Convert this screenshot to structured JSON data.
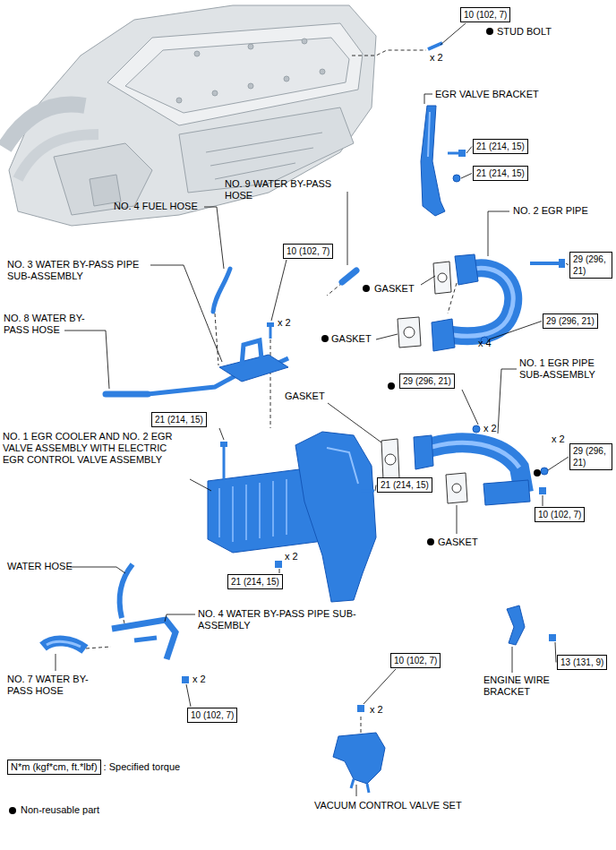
{
  "diagram": {
    "nodes": [
      {
        "text": [
          "10 (102, 7)"
        ]
      },
      {
        "text": [
          "21 (214, 15)"
        ]
      },
      {
        "text": [
          "21 (214, 15)"
        ]
      },
      {
        "text": [
          "10 (102, 7)"
        ]
      },
      {
        "text": [
          "29 (296, 21)"
        ]
      },
      {
        "text": [
          "29 (296, 21)"
        ]
      },
      {
        "text": [
          "29 (296, 21)"
        ]
      },
      {
        "text": [
          "21 (214, 15)"
        ]
      },
      {
        "text": [
          "29 (296, 21)"
        ]
      },
      {
        "text": [
          "21 (214, 15)"
        ]
      },
      {
        "text": [
          "10 (102, 7)"
        ]
      },
      {
        "text": [
          "21 (214, 15)"
        ]
      },
      {
        "text": [
          "10 (102, 7)"
        ]
      },
      {
        "text": [
          "13 (131, 9)"
        ]
      },
      {
        "text": [
          "10 (102, 7)"
        ]
      },
      {
        "text": [
          "N*m (kgf*cm, ft.*lbf)"
        ]
      }
    ],
    "labels": [
      "STUD BOLT",
      "x 2",
      "EGR VALVE BRACKET",
      "NO. 9 WATER BY-PASS HOSE",
      "NO. 4 FUEL HOSE",
      "NO. 2 EGR PIPE",
      "NO. 3 WATER BY-PASS PIPE SUB-ASSEMBLY",
      "GASKET",
      "x 2",
      "NO. 8 WATER BY-PASS HOSE",
      "GASKET",
      "x 4",
      "NO. 1 EGR PIPE SUB-ASSEMBLY",
      "GASKET",
      "x 2",
      "x 2",
      "NO. 1 EGR COOLER AND NO. 2 EGR VALVE ASSEMBLY WITH ELECTRIC EGR CONTROL VALVE ASSEMBLY",
      "GASKET",
      "x 2",
      "WATER HOSE",
      "NO. 4 WATER BY-PASS PIPE SUB-ASSEMBLY",
      "ENGINE WIRE BRACKET",
      "NO. 7 WATER BY-PASS HOSE",
      "x 2",
      "x 2",
      ": Specified torque",
      "VACUUM CONTROL VALVE SET"
    ],
    "legend": [
      {
        "text": "Non-reusable part"
      }
    ]
  }
}
